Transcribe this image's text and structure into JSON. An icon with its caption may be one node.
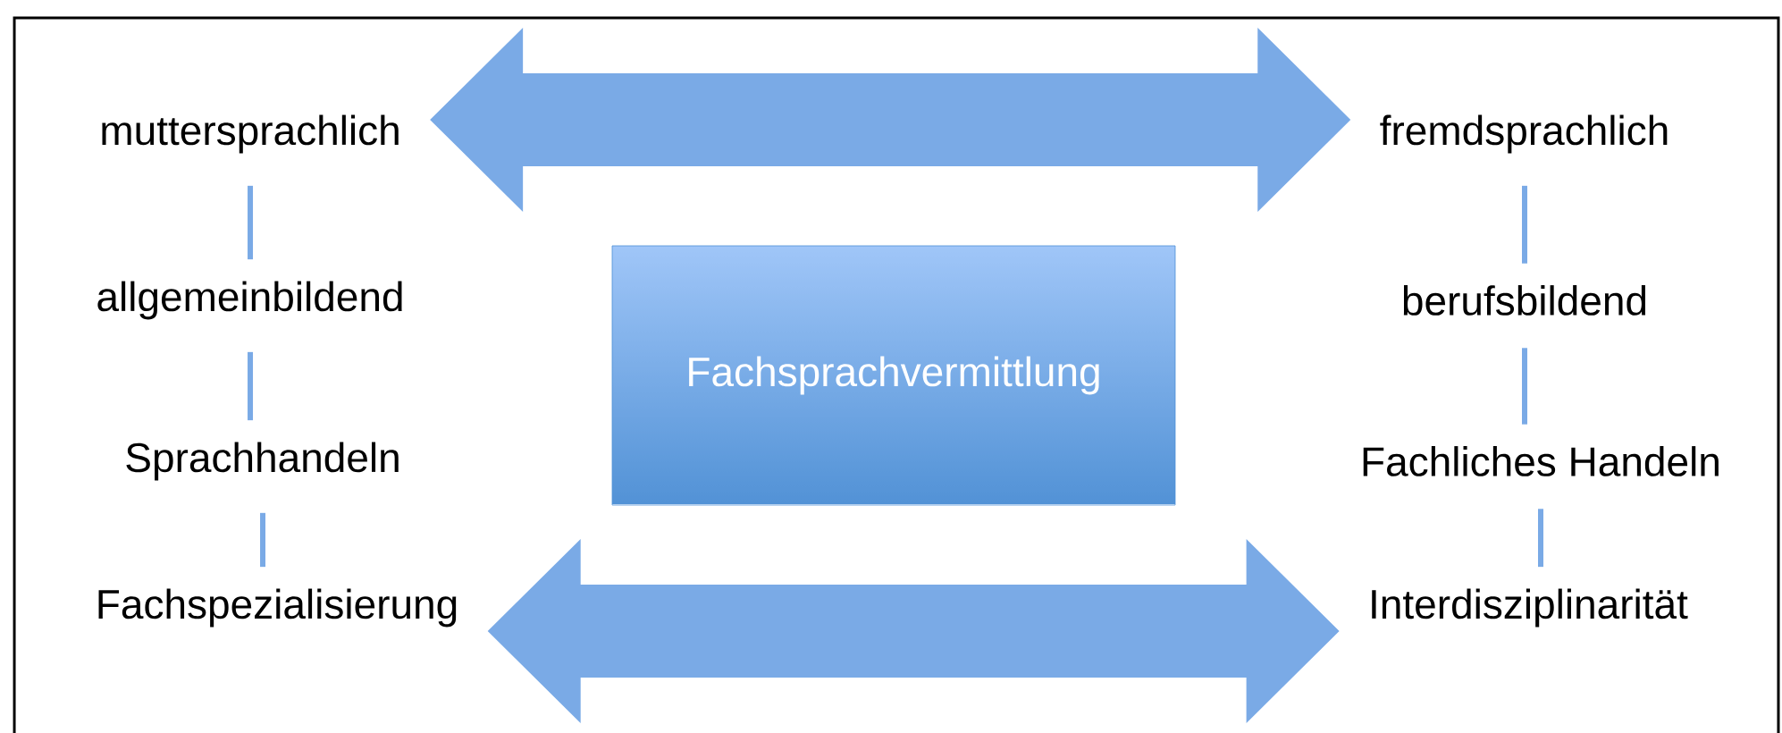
{
  "diagram": {
    "nodes": [
      {
        "text": [
          "muttersprachlich"
        ]
      },
      {
        "text": [
          "fremdsprachlich"
        ]
      },
      {
        "text": [
          "allgemeinbildend"
        ]
      },
      {
        "text": [
          "Fachsprachvermittlung"
        ]
      },
      {
        "text": [
          "berufsbildend"
        ]
      },
      {
        "text": [
          "Sprachhandeln"
        ]
      },
      {
        "text": [
          "Fachliches Handeln"
        ]
      },
      {
        "text": [
          "Fachspezialisierung"
        ]
      },
      {
        "text": [
          "Interdisziplinarität"
        ]
      }
    ],
    "edges": [
      {
        "from": 0,
        "to": 1,
        "arrow": "both",
        "style": "thick"
      },
      {
        "from": 0,
        "to": 2,
        "arrow": "none"
      },
      {
        "from": 2,
        "to": 5,
        "arrow": "none"
      },
      {
        "from": 5,
        "to": 7,
        "arrow": "none"
      },
      {
        "from": 1,
        "to": 4,
        "arrow": "none"
      },
      {
        "from": 4,
        "to": 6,
        "arrow": "none"
      },
      {
        "from": 6,
        "to": 8,
        "arrow": "none"
      },
      {
        "from": 7,
        "to": 8,
        "arrow": "both",
        "style": "thick"
      }
    ]
  }
}
